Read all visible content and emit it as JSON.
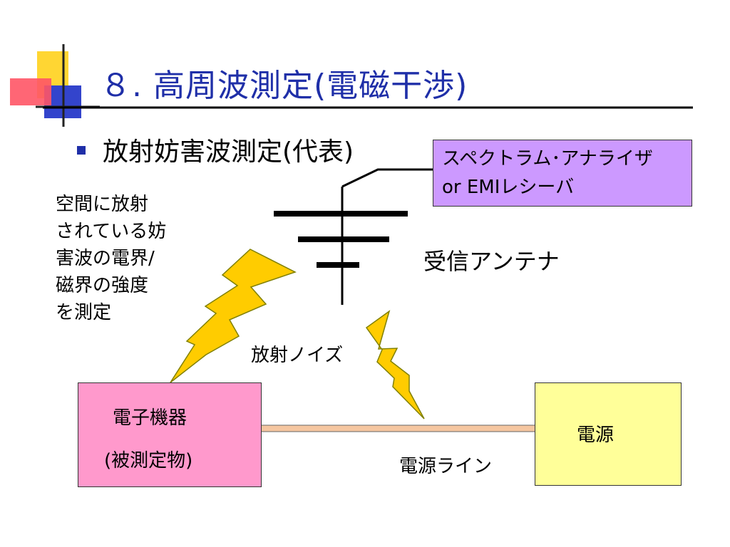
{
  "slide": {
    "title": "８. 高周波測定(電磁干渉)",
    "bullet": "放射妨害波測定(代表)",
    "note_lines": [
      "空間に放射",
      "されている妨",
      "害波の電界/",
      "磁界の強度",
      "を測定"
    ]
  },
  "diagram": {
    "analyzer": {
      "line1": "スペクトラム･アナライザ",
      "line2": "or  EMIレシーバ",
      "fill": "#cc99ff"
    },
    "antenna_label": "受信アンテナ",
    "noise_label": "放射ノイズ",
    "device": {
      "line1": "電子機器",
      "line2": "(被測定物)",
      "fill": "#ff99cc"
    },
    "power": {
      "label": "電源",
      "fill": "#ffff99"
    },
    "power_line_label": "電源ライン",
    "colors": {
      "title": "#1f2fa8",
      "bolt": "#ffcc00",
      "cable": "#f5c6a0"
    }
  }
}
